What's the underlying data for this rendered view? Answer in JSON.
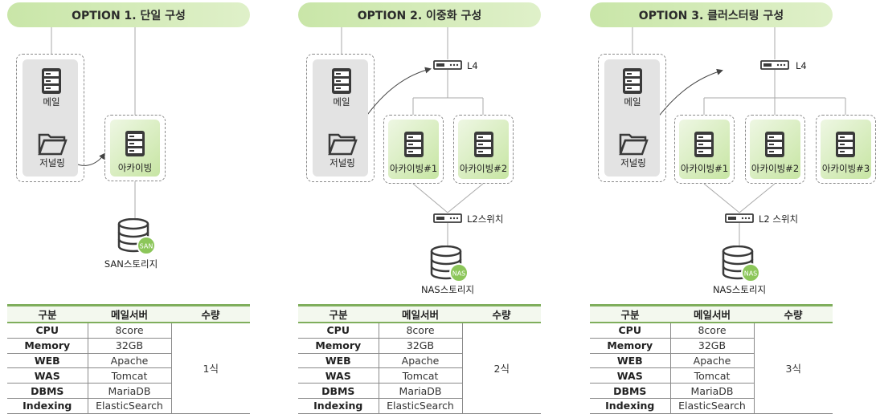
{
  "options": [
    {
      "title": "OPTION 1. 단일 구성",
      "mail_label": "메일",
      "journal_label": "저널링",
      "archives": [
        "아카이빙"
      ],
      "storage_label": "SAN스토리지",
      "storage_badge": "SAN",
      "qty": "1식"
    },
    {
      "title": "OPTION 2. 이중화 구성",
      "mail_label": "메일",
      "journal_label": "저널링",
      "l4_label": "L4",
      "archives": [
        "아카이빙#1",
        "아카이빙#2"
      ],
      "switch_label": "L2스위치",
      "storage_label": "NAS스토리지",
      "storage_badge": "NAS",
      "qty": "2식"
    },
    {
      "title": "OPTION 3. 클러스터링 구성",
      "mail_label": "메일",
      "journal_label": "저널링",
      "l4_label": "L4",
      "archives": [
        "아카이빙#1",
        "아카이빙#2",
        "아카이빙#3"
      ],
      "switch_label": "L2 스위치",
      "storage_label": "NAS스토리지",
      "storage_badge": "NAS",
      "qty": "3식"
    }
  ],
  "table": {
    "headers": [
      "구분",
      "메일서버",
      "수량"
    ],
    "rows": [
      [
        "CPU",
        "8core"
      ],
      [
        "Memory",
        "32GB"
      ],
      [
        "WEB",
        "Apache"
      ],
      [
        "WAS",
        "Tomcat"
      ],
      [
        "DBMS",
        "MariaDB"
      ],
      [
        "Indexing",
        "ElasticSearch"
      ]
    ]
  },
  "colors": {
    "accent": "#7fae5c",
    "pill": "#d3ebb8",
    "icon": "#3a3a3a",
    "nas_badge": "#8cc65a"
  }
}
